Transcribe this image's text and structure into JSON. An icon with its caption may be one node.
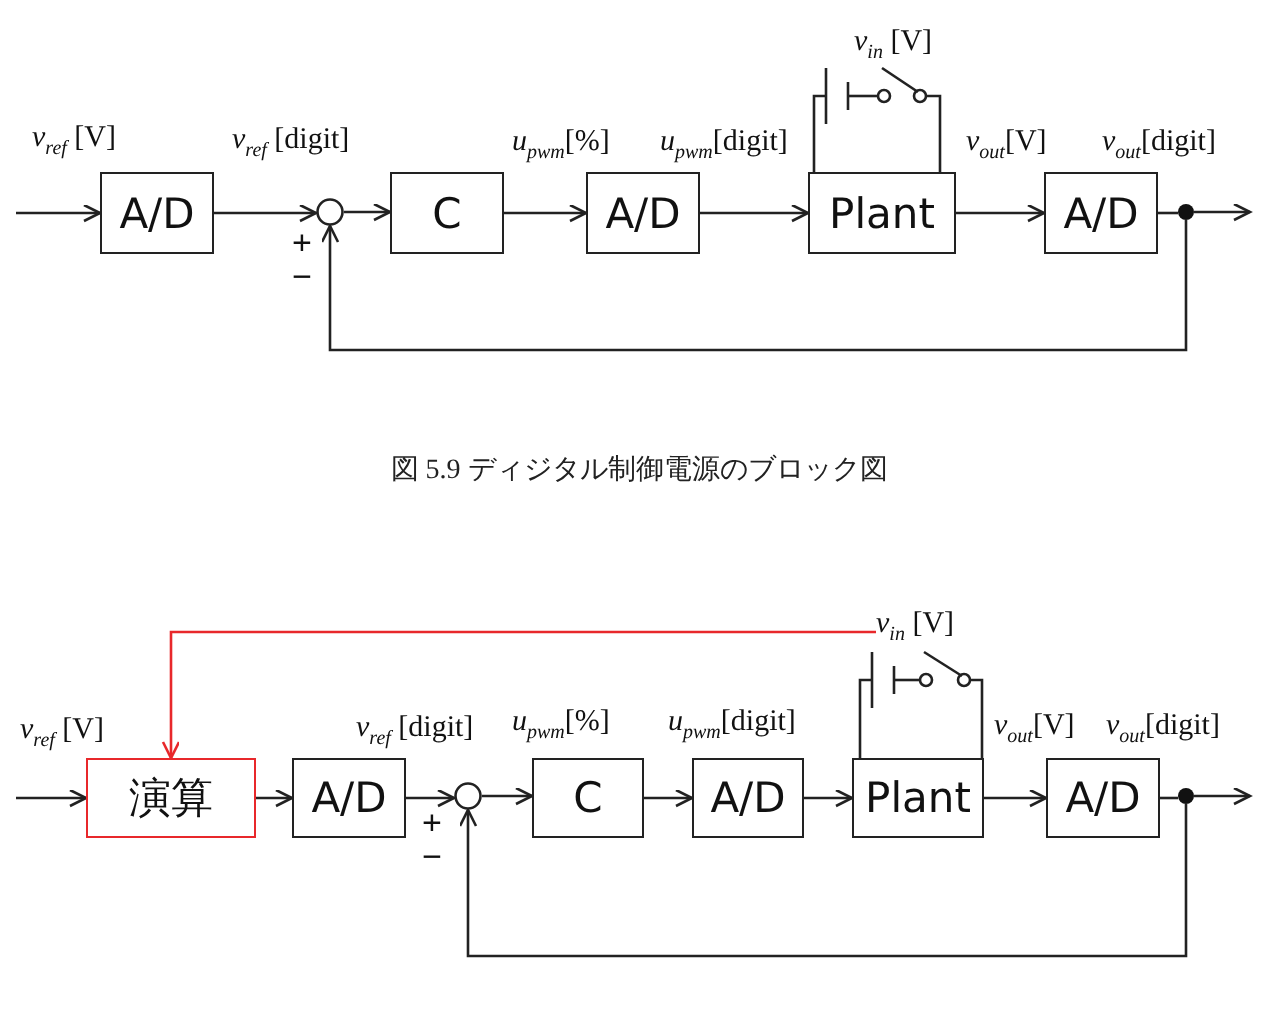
{
  "diagram": {
    "caption": "図 5.9 ディジタル制御電源のブロック図",
    "nodes": [
      {
        "text": [
          "A/D"
        ]
      },
      {
        "text": [],
        "shape": "circle"
      },
      {
        "text": [
          "C"
        ]
      },
      {
        "text": [
          "A/D"
        ]
      },
      {
        "text": [
          "Plant"
        ]
      },
      {
        "text": [
          "A/D"
        ]
      },
      {
        "text": [],
        "shape": "circle"
      },
      {
        "text": [
          "*v*$_{in}$ [V]"
        ]
      },
      {
        "text": [
          "演算"
        ]
      },
      {
        "text": [
          "A/D"
        ]
      },
      {
        "text": [],
        "shape": "circle"
      },
      {
        "text": [
          "C"
        ]
      },
      {
        "text": [
          "A/D"
        ]
      },
      {
        "text": [
          "Plant"
        ]
      },
      {
        "text": [
          "A/D"
        ]
      },
      {
        "text": [],
        "shape": "circle"
      }
    ],
    "edges": [
      {
        "from": null,
        "to": 0,
        "arrow": "to"
      },
      {
        "from": 0,
        "to": 1,
        "arrow": "to"
      },
      {
        "from": 1,
        "to": 2,
        "arrow": "to"
      },
      {
        "from": 2,
        "to": 3,
        "arrow": "to"
      },
      {
        "from": 3,
        "to": 4,
        "arrow": "to"
      },
      {
        "from": 4,
        "to": 5,
        "arrow": "to"
      },
      {
        "from": 5,
        "to": 6,
        "arrow": "none"
      },
      {
        "from": 6,
        "to": null,
        "arrow": "to"
      },
      {
        "from": 6,
        "to": 1,
        "arrow": "to"
      },
      {
        "from": 7,
        "to": 8,
        "arrow": "to",
        "color": "#e8282b"
      },
      {
        "from": null,
        "to": 8,
        "arrow": "to"
      },
      {
        "from": 8,
        "to": 9,
        "arrow": "to"
      },
      {
        "from": 9,
        "to": 10,
        "arrow": "to"
      },
      {
        "from": 10,
        "to": 11,
        "arrow": "to"
      },
      {
        "from": 11,
        "to": 12,
        "arrow": "to"
      },
      {
        "from": 12,
        "to": 13,
        "arrow": "to"
      },
      {
        "from": 13,
        "to": 14,
        "arrow": "to"
      },
      {
        "from": 14,
        "to": 15,
        "arrow": "none"
      },
      {
        "from": 15,
        "to": null,
        "arrow": "to"
      },
      {
        "from": 15,
        "to": 10,
        "arrow": "to"
      }
    ],
    "labels": [
      "*v*$_{ref}$ [V]",
      "*v*$_{ref}$ [digit]",
      "*u*$_{pwm}$[%]",
      "*u*$_{pwm}$[digit]",
      "*v*$_{in}$ [V]",
      "*v*$_{out}$[V]",
      "*v*$_{out}$[digit]",
      "+",
      "−",
      "*v*$_{ref}$ [V]",
      "*v*$_{ref}$ [digit]",
      "*u*$_{pwm}$[%]",
      "*u*$_{pwm}$[digit]",
      "*v*$_{out}$[V]",
      "*v*$_{out}$[digit]",
      "+",
      "−"
    ]
  }
}
